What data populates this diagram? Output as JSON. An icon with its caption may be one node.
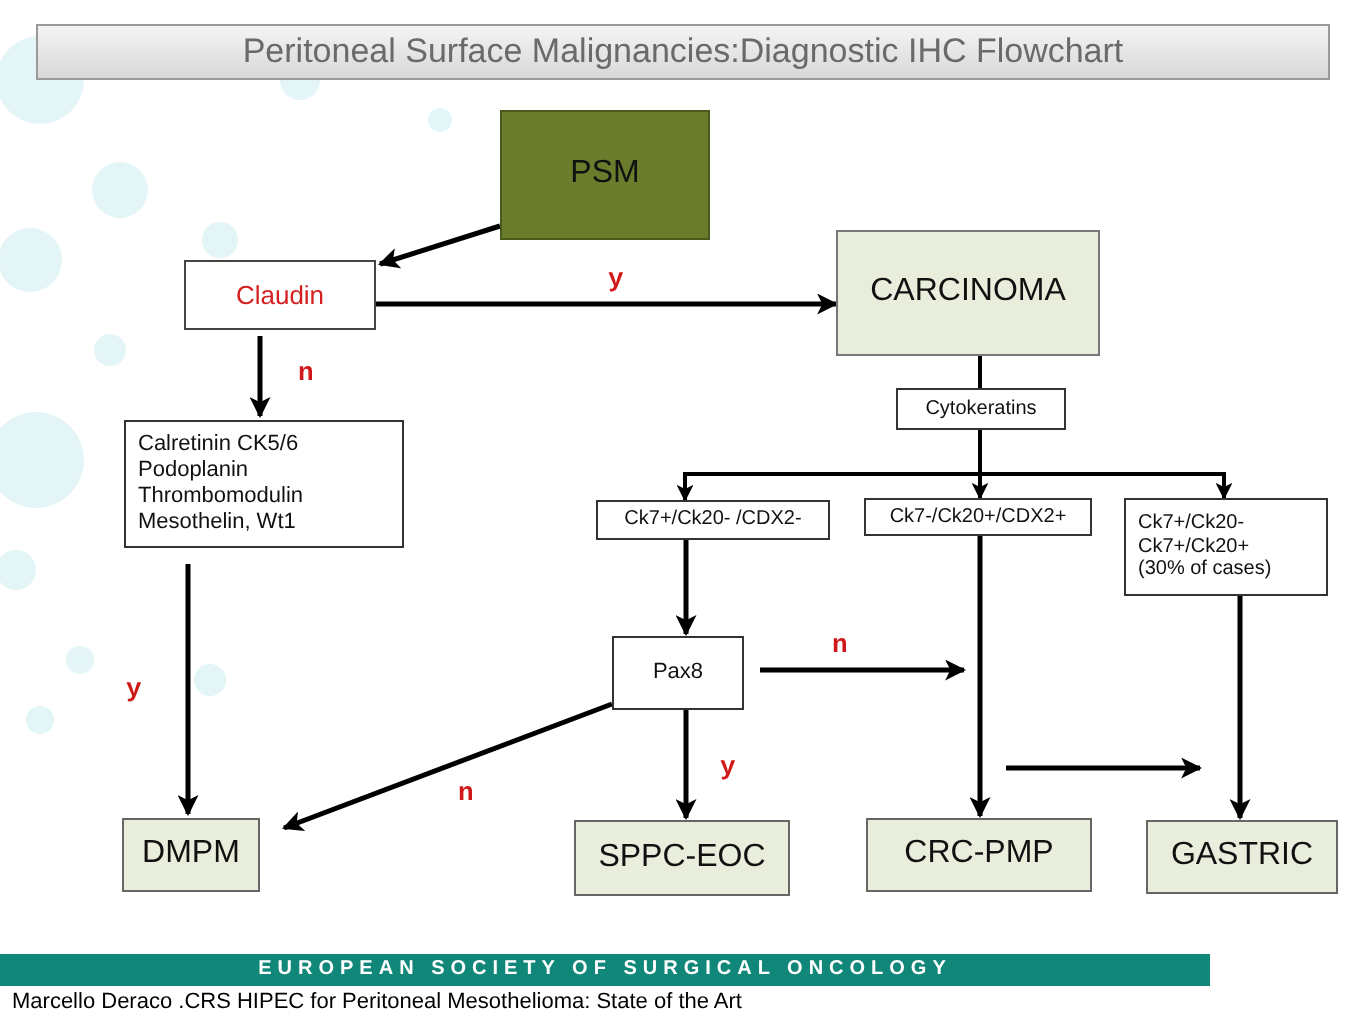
{
  "diagram": {
    "title": "Peritoneal Surface Malignancies:Diagnostic IHC Flowchart",
    "nodes": [
      {
        "text": [
          "PSM"
        ]
      },
      {
        "text": [
          "Claudin"
        ]
      },
      {
        "text": [
          "CARCINOMA"
        ]
      },
      {
        "text": [
          "Cytokeratins"
        ]
      },
      {
        "text": [
          "Ck7+/Ck20- /CDX2-"
        ]
      },
      {
        "text": [
          "Ck7-/Ck20+/CDX2+"
        ]
      },
      {
        "text": [
          "Ck7+/Ck20- Ck7+/Ck20+ (30% of cases)"
        ]
      },
      {
        "text": [
          "Calretinin CK5/6 Podoplanin Thrombomodulin Mesothelin, Wt1"
        ]
      },
      {
        "text": [
          "Pax8"
        ]
      },
      {
        "text": [
          "DMPM"
        ]
      },
      {
        "text": [
          "SPPC-EOC"
        ]
      },
      {
        "text": [
          "CRC-PMP"
        ]
      },
      {
        "text": [
          "GASTRIC"
        ]
      }
    ],
    "edges": [
      {
        "from": 0,
        "to": 1,
        "arrow": "to"
      },
      {
        "from": 1,
        "to": 2,
        "arrow": "to",
        "label": "y"
      },
      {
        "from": 1,
        "to": 7,
        "arrow": "to",
        "label": "n"
      },
      {
        "from": 2,
        "to": 3,
        "arrow": "none"
      },
      {
        "from": 3,
        "to": 4,
        "arrow": "to"
      },
      {
        "from": 3,
        "to": 5,
        "arrow": "to"
      },
      {
        "from": 3,
        "to": 6,
        "arrow": "to"
      },
      {
        "from": 4,
        "to": 8,
        "arrow": "to"
      },
      {
        "from": 8,
        "to": null,
        "arrow": "to",
        "label": "n"
      },
      {
        "from": 7,
        "to": 9,
        "arrow": "to",
        "label": "y"
      },
      {
        "from": 8,
        "to": 9,
        "arrow": "to",
        "label": "n"
      },
      {
        "from": 8,
        "to": 10,
        "arrow": "to",
        "label": "y"
      },
      {
        "from": 5,
        "to": 11,
        "arrow": "to"
      },
      {
        "from": 6,
        "to": 12,
        "arrow": "to"
      }
    ],
    "labels": [
      "EUROPEAN SOCIETY OF SURGICAL ONCOLOGY",
      "Marcello Deraco .CRS HIPEC for Peritoneal Mesothelioma: State of the Art"
    ]
  }
}
